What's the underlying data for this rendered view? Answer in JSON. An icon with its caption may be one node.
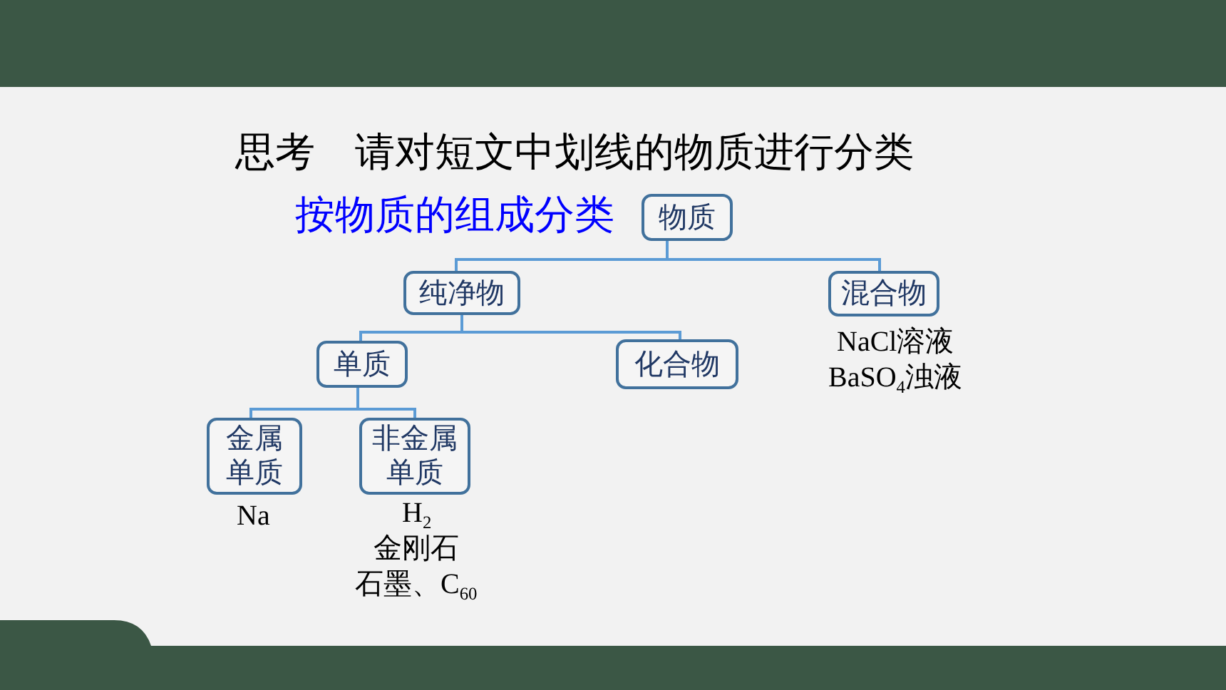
{
  "diagram": {
    "title": "思考　请对短文中划线的物质进行分类",
    "nodes": [
      {
        "text": [
          "物质"
        ]
      },
      {
        "text": [
          "纯净物"
        ]
      },
      {
        "text": [
          "混合物"
        ],
        "beside": [
          "NaCl溶液",
          "BaSO$_{4}$浊液"
        ]
      },
      {
        "text": [
          "单质"
        ]
      },
      {
        "text": [
          "化合物"
        ]
      },
      {
        "text": [
          "金属单质"
        ],
        "beside": [
          "Na"
        ]
      },
      {
        "text": [
          "非金属单质"
        ],
        "beside": [
          "H$_{2}$",
          "金刚石",
          "石墨、C$_{60}$"
        ]
      }
    ],
    "edges": [
      {
        "from": 0,
        "to": 1,
        "arrow": "none"
      },
      {
        "from": 0,
        "to": 2,
        "arrow": "none"
      },
      {
        "from": 1,
        "to": 3,
        "arrow": "none"
      },
      {
        "from": 1,
        "to": 4,
        "arrow": "none"
      },
      {
        "from": 3,
        "to": 5,
        "arrow": "none"
      },
      {
        "from": 3,
        "to": 6,
        "arrow": "none"
      }
    ],
    "labels": [
      "按物质的组成分类"
    ]
  }
}
